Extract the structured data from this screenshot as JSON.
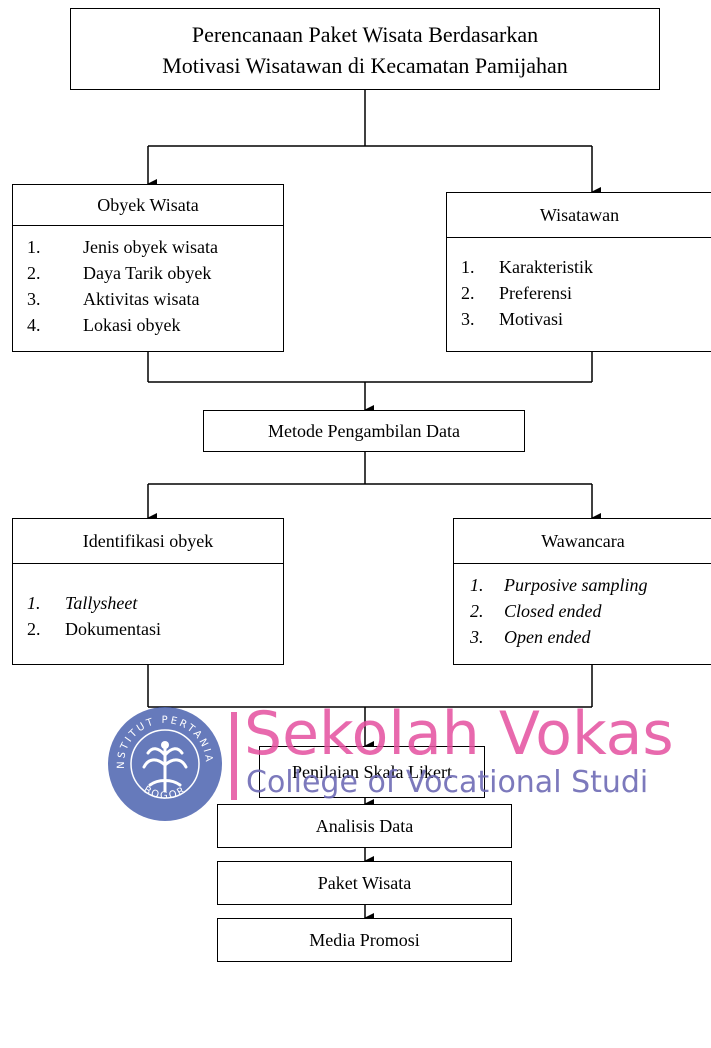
{
  "title": {
    "line1": "Perencanaan Paket Wisata Berdasarkan",
    "line2": "Motivasi  Wisatawan di Kecamatan  Pamijahan"
  },
  "obyek_wisata": {
    "header": "Obyek Wisata",
    "items": [
      {
        "num": "1.",
        "label": "Jenis obyek wisata"
      },
      {
        "num": "2.",
        "label": "Daya Tarik obyek"
      },
      {
        "num": "3.",
        "label": "Aktivitas wisata"
      },
      {
        "num": "4.",
        "label": "Lokasi obyek"
      }
    ]
  },
  "wisatawan": {
    "header": "Wisatawan",
    "items": [
      {
        "num": "1.",
        "label": "Karakteristik"
      },
      {
        "num": "2.",
        "label": "Preferensi"
      },
      {
        "num": "3.",
        "label": "Motivasi"
      }
    ]
  },
  "metode": {
    "label": "Metode Pengambilan Data"
  },
  "identifikasi": {
    "header": "Identifikasi obyek",
    "items": [
      {
        "num": "1.",
        "label": "Tallysheet"
      },
      {
        "num": "2.",
        "label": "Dokumentasi"
      }
    ]
  },
  "wawancara": {
    "header": "Wawancara",
    "items": [
      {
        "num": "1.",
        "label": "Purposive sampling"
      },
      {
        "num": "2.",
        "label": "Closed ended"
      },
      {
        "num": "3.",
        "label": "Open ended"
      }
    ]
  },
  "penilaian": {
    "label": "Penilaian  Skala Likert"
  },
  "analisis": {
    "label": "Analisis  Data"
  },
  "paket": {
    "label": "Paket Wisata"
  },
  "media": {
    "label": "Media  Promosi"
  },
  "watermark": {
    "school": "Sekolah Vokas",
    "college": "College of Vocational Studi",
    "seal_top": "INSTITUT PERTANIAN",
    "seal_bottom": "BOGOR",
    "colors": {
      "pink": "#e4509f",
      "blue": "#6e6bb5",
      "seal": "#4c63b0"
    }
  }
}
